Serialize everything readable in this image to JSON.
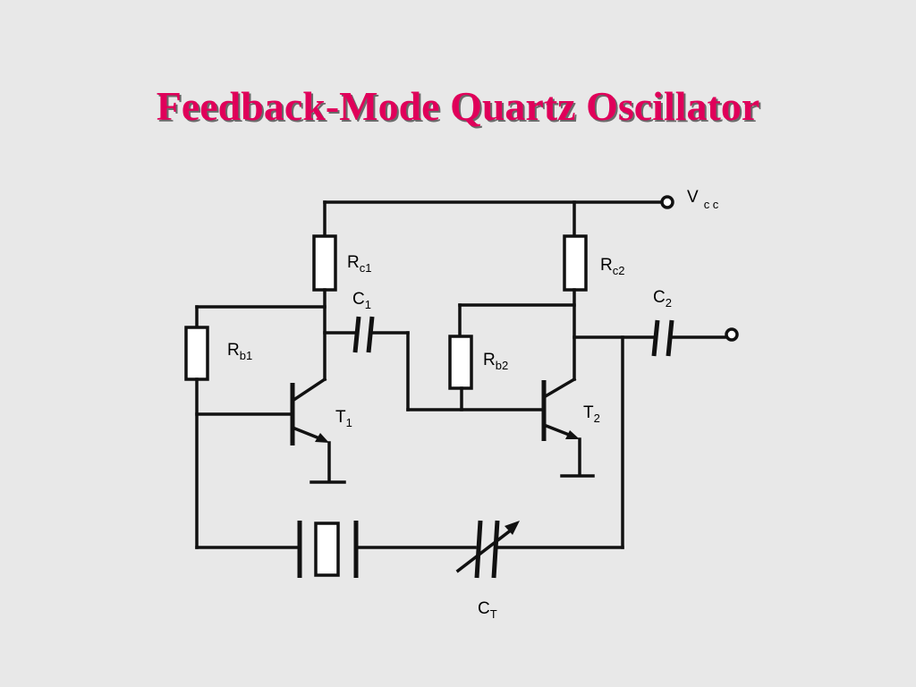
{
  "title": "Feedback-Mode Quartz Oscillator",
  "labels": {
    "vcc": {
      "main": "V",
      "sub": "c c"
    },
    "rc1": {
      "main": "R",
      "sub": "c1"
    },
    "rc2": {
      "main": "R",
      "sub": "c2"
    },
    "c1": {
      "main": "C",
      "sub": "1"
    },
    "c2": {
      "main": "C",
      "sub": "2"
    },
    "rb1": {
      "main": "R",
      "sub": "b1"
    },
    "rb2": {
      "main": "R",
      "sub": "b2"
    },
    "t1": {
      "main": "T",
      "sub": "1"
    },
    "t2": {
      "main": "T",
      "sub": "2"
    },
    "ct": {
      "main": "C",
      "sub": "T"
    }
  },
  "colors": {
    "title": "#e0005a",
    "background": "#e8e8e8",
    "wire": "#111111"
  }
}
